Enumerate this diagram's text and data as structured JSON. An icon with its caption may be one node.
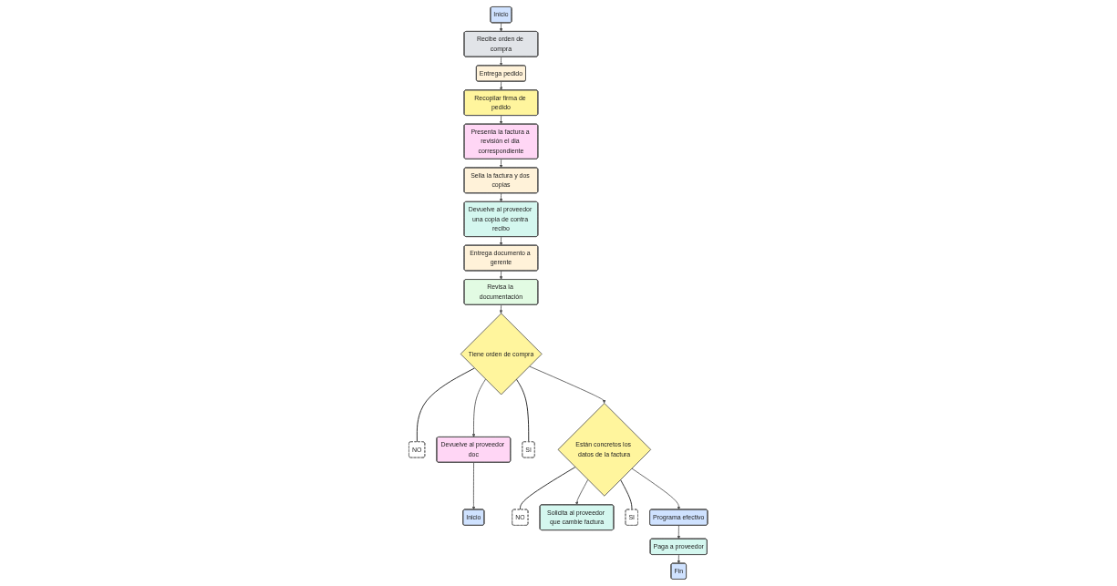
{
  "diagram": {
    "nodes": [
      {
        "text": [
          "Inicio"
        ]
      },
      {
        "text": [
          "Recibe orden de compra"
        ]
      },
      {
        "text": [
          "Entrega pedido"
        ]
      },
      {
        "text": [
          "Recopilar firma de pedido"
        ]
      },
      {
        "text": [
          "Presenta la factura a revisión el dia correspondiente"
        ]
      },
      {
        "text": [
          "Sella la factura y dos copias"
        ]
      },
      {
        "text": [
          "Devuelve al proveedor una copia de contra recibo"
        ]
      },
      {
        "text": [
          "Entrega documento a gerente"
        ]
      },
      {
        "text": [
          "Revisa la documentación"
        ]
      },
      {
        "text": [
          "Tiene orden de compra"
        ]
      },
      {
        "text": [
          "NO"
        ]
      },
      {
        "text": [
          "Devuelve al proveedor doc"
        ]
      },
      {
        "text": [
          "Inicio"
        ]
      },
      {
        "text": [
          "SI"
        ]
      },
      {
        "text": [
          "Están concretos los datos de la factura"
        ]
      },
      {
        "text": [
          "NO"
        ]
      },
      {
        "text": [
          "Solicita al proveedor que cambie factura"
        ]
      },
      {
        "text": [
          "SI"
        ]
      },
      {
        "text": [
          "Programa efectivo"
        ]
      },
      {
        "text": [
          "Paga a proveedor"
        ]
      },
      {
        "text": [
          "Fin"
        ]
      }
    ],
    "edges": [
      {
        "from": 0,
        "to": 1,
        "arrow": "to"
      },
      {
        "from": 1,
        "to": 2,
        "arrow": "to"
      },
      {
        "from": 2,
        "to": 3,
        "arrow": "to"
      },
      {
        "from": 3,
        "to": 4,
        "arrow": "to"
      },
      {
        "from": 4,
        "to": 5,
        "arrow": "to"
      },
      {
        "from": 5,
        "to": 6,
        "arrow": "to"
      },
      {
        "from": 6,
        "to": 7,
        "arrow": "to"
      },
      {
        "from": 7,
        "to": 8,
        "arrow": "to"
      },
      {
        "from": 8,
        "to": 9,
        "arrow": "to"
      },
      {
        "from": 9,
        "to": 10,
        "arrow": "none",
        "color": "#111111"
      },
      {
        "from": 9,
        "to": 11,
        "arrow": "to"
      },
      {
        "from": 11,
        "to": 12,
        "arrow": "to"
      },
      {
        "from": 9,
        "to": 13,
        "arrow": "none",
        "color": "#111111"
      },
      {
        "from": 9,
        "to": 14,
        "arrow": "to"
      },
      {
        "from": 14,
        "to": 15,
        "arrow": "none",
        "color": "#111111"
      },
      {
        "from": 14,
        "to": 16,
        "arrow": "to"
      },
      {
        "from": 14,
        "to": 17,
        "arrow": "none",
        "color": "#111111"
      },
      {
        "from": 14,
        "to": 18,
        "arrow": "to"
      },
      {
        "from": 18,
        "to": 19,
        "arrow": "to"
      },
      {
        "from": 19,
        "to": 20,
        "arrow": "to"
      }
    ]
  }
}
